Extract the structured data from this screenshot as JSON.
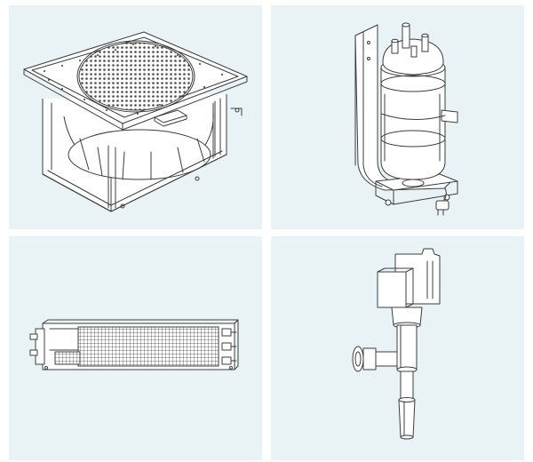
{
  "panels": [
    {
      "id": "fan-module",
      "icon": "ec-fan-module-icon",
      "background": "#e9f3f5"
    },
    {
      "id": "humidifier",
      "icon": "electrode-humidifier-cylinder-icon",
      "background": "#e9f3f5"
    },
    {
      "id": "heater",
      "icon": "finned-electric-heater-icon",
      "background": "#e9f3f5"
    },
    {
      "id": "expansion-valve",
      "icon": "electronic-expansion-valve-icon",
      "background": "#e9f3f5"
    }
  ],
  "colors": {
    "line": "#3d3d3d",
    "panel": "#e9f3f5",
    "fill": "#ffffff"
  }
}
